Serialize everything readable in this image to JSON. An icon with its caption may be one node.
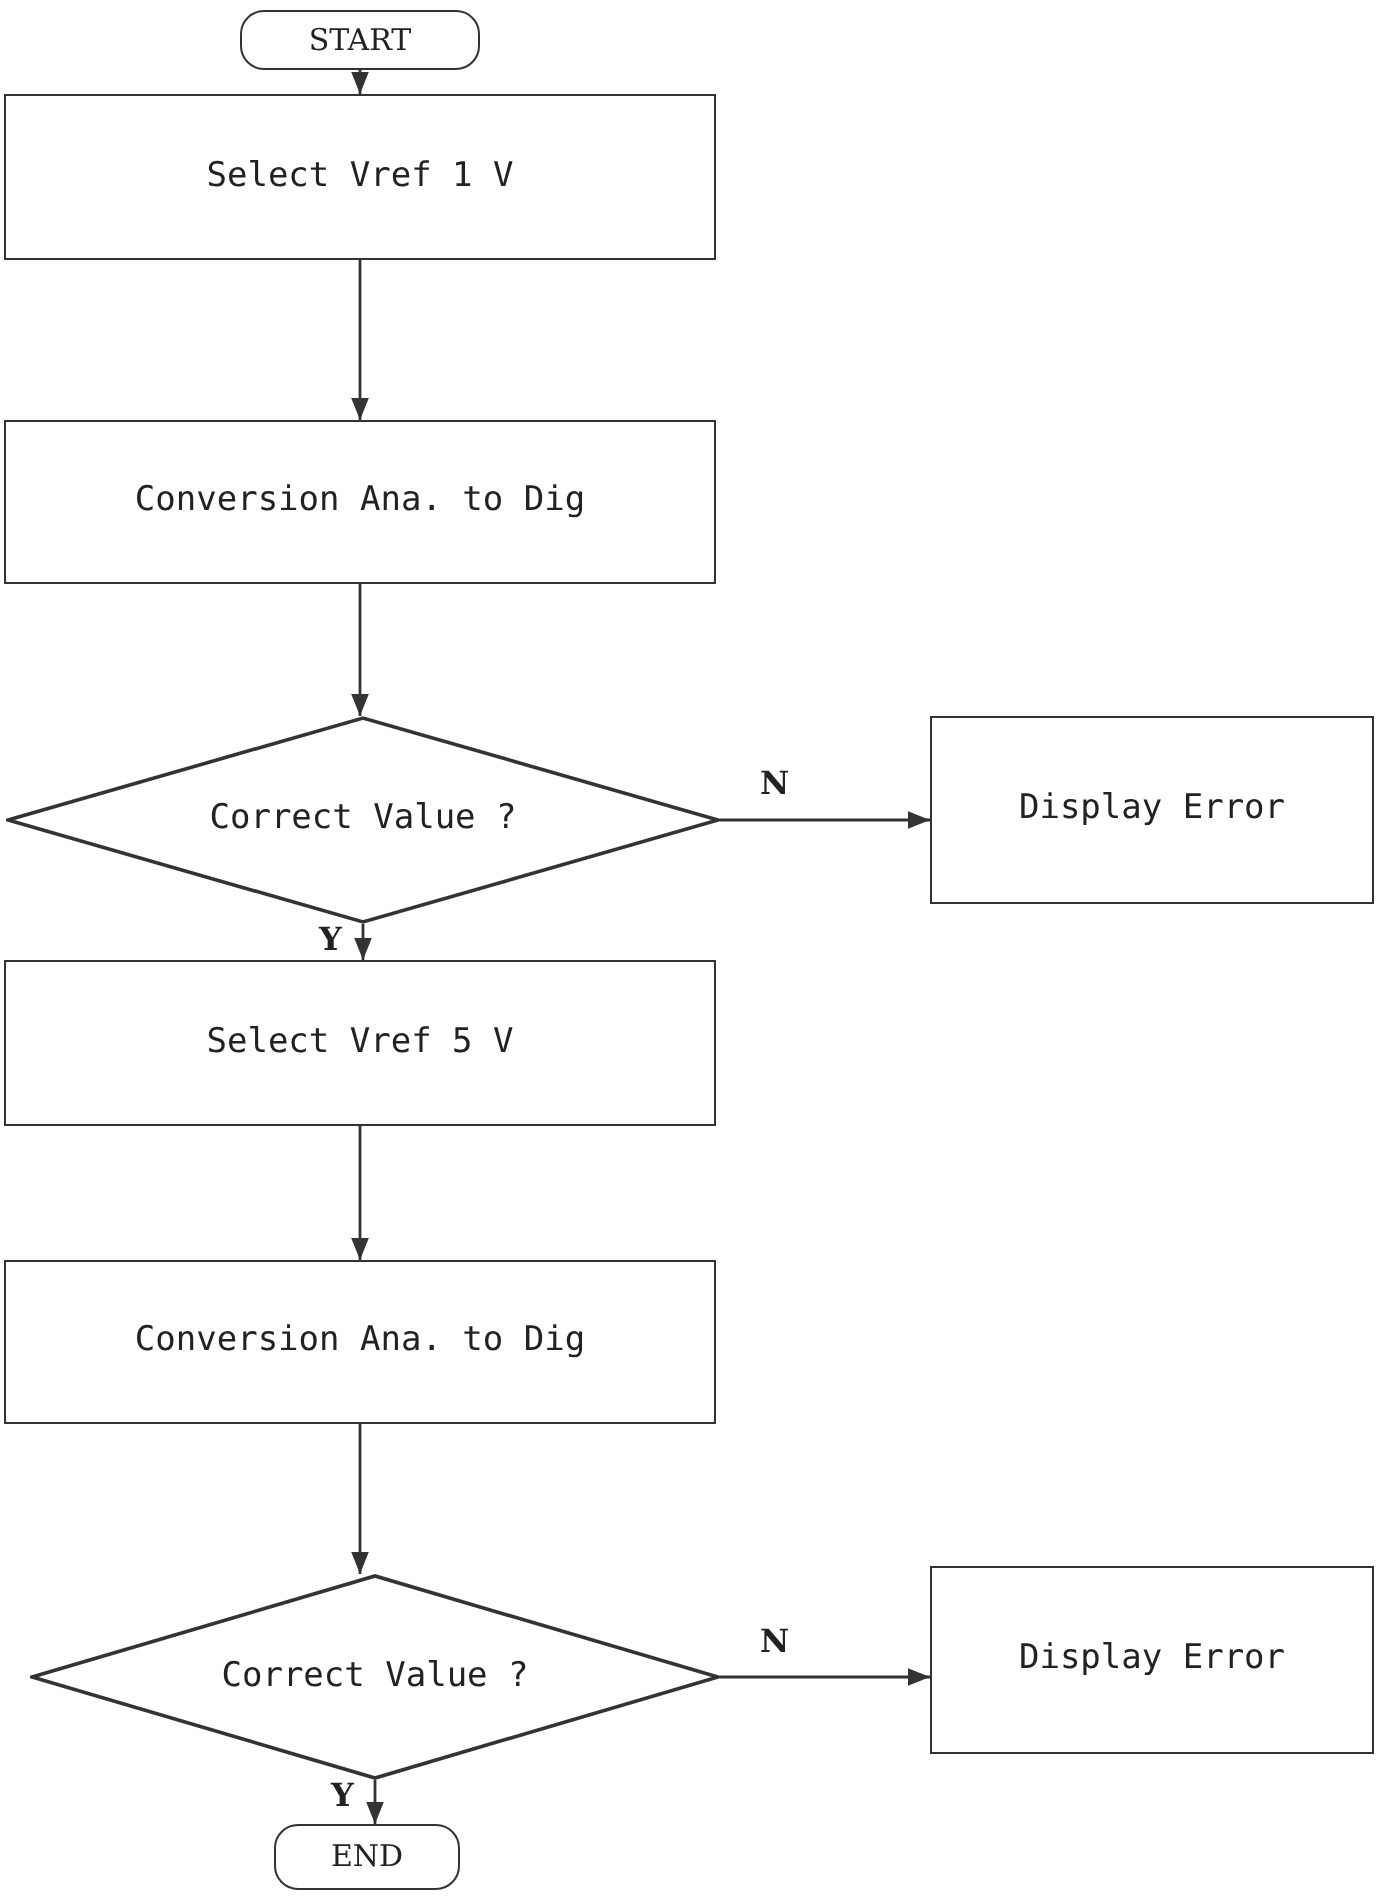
{
  "diagram": {
    "nodes": [
      {
        "text": [
          "START"
        ]
      },
      {
        "text": [
          "Select Vref 1 V"
        ]
      },
      {
        "text": [
          "Conversion Ana. to Dig"
        ]
      },
      {
        "text": [
          "Correct Value ?"
        ]
      },
      {
        "text": [
          "Display Error"
        ]
      },
      {
        "text": [
          "Select Vref 5 V"
        ]
      },
      {
        "text": [
          "Conversion Ana. to Dig"
        ]
      },
      {
        "text": [
          "Correct Value ?"
        ]
      },
      {
        "text": [
          "Display Error"
        ]
      },
      {
        "text": [
          "END"
        ]
      }
    ],
    "edges": [
      {
        "from": 0,
        "to": 1,
        "arrow": "to"
      },
      {
        "from": 1,
        "to": 2,
        "arrow": "to"
      },
      {
        "from": 2,
        "to": 3,
        "arrow": "to"
      },
      {
        "from": 3,
        "to": 4,
        "arrow": "to",
        "label": "N"
      },
      {
        "from": 3,
        "to": 5,
        "arrow": "to",
        "label": "Y"
      },
      {
        "from": 5,
        "to": 6,
        "arrow": "to"
      },
      {
        "from": 6,
        "to": 7,
        "arrow": "to"
      },
      {
        "from": 7,
        "to": 8,
        "arrow": "to",
        "label": "N"
      },
      {
        "from": 7,
        "to": 9,
        "arrow": "to",
        "label": "Y"
      }
    ]
  }
}
